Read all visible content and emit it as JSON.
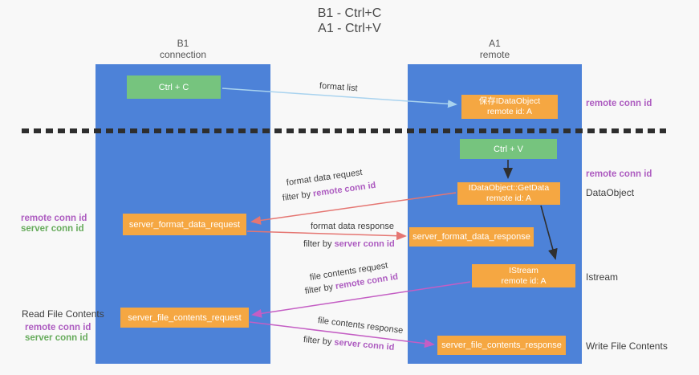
{
  "title": {
    "line1": "B1 - Ctrl+C",
    "line2": "A1 - Ctrl+V"
  },
  "lanes": {
    "left": {
      "header1": "B1",
      "header2": "connection"
    },
    "right": {
      "header1": "A1",
      "header2": "remote"
    }
  },
  "nodes": {
    "ctrl_c": {
      "label": "Ctrl + C"
    },
    "save_idataobject": {
      "line1": "保存IDataObject",
      "line2": "remote id: A"
    },
    "ctrl_v": {
      "label": "Ctrl + V"
    },
    "getdata": {
      "line1": "IDataObject::GetData",
      "line2": "remote id: A"
    },
    "server_format_data_request": {
      "label": "server_format_data_request"
    },
    "server_format_data_response": {
      "label": "server_format_data_response"
    },
    "istream": {
      "line1": "IStream",
      "line2": "remote id: A"
    },
    "server_file_contents_request": {
      "label": "server_file_contents_request"
    },
    "server_file_contents_response": {
      "label": "server_file_contents_response"
    }
  },
  "edges": {
    "format_list": {
      "label": "format list"
    },
    "format_data_request": {
      "label": "format data request",
      "filter_prefix": "filter by ",
      "filter_value": "remote conn id"
    },
    "format_data_response": {
      "label": "format data response",
      "filter_prefix": "filter by ",
      "filter_value": "server conn id"
    },
    "file_contents_request": {
      "label": "file contents request",
      "filter_prefix": "filter by ",
      "filter_value": "remote conn id"
    },
    "file_contents_response": {
      "label": "file contents response",
      "filter_prefix": "filter by ",
      "filter_value": "server conn id"
    }
  },
  "side_labels": {
    "right_remote_conn_id_top": "remote conn id",
    "right_remote_conn_id_mid": "remote conn id",
    "right_dataobject": "DataObject",
    "right_istream": "Istream",
    "right_write_file_contents": "Write File Contents",
    "left_remote_conn_id_top": "remote conn id",
    "left_server_conn_id_top": "server conn id",
    "left_read_file_contents": "Read File Contents",
    "left_remote_conn_id_bottom": "remote conn id",
    "left_server_conn_id_bottom": "server conn id"
  },
  "colors": {
    "lane_blue": "#4d82d8",
    "node_green": "#76c47e",
    "node_orange": "#f5a742",
    "arrow_blue": "#a9d3ef",
    "arrow_red": "#e57672",
    "arrow_magenta": "#c45ec4",
    "arrow_black": "#2f2f2f",
    "label_purple": "#ad5cc0",
    "label_green": "#67ab5c",
    "text_dark": "#3e3e3e",
    "dashed_line": "#2e2e2e",
    "background": "#f8f8f8"
  }
}
